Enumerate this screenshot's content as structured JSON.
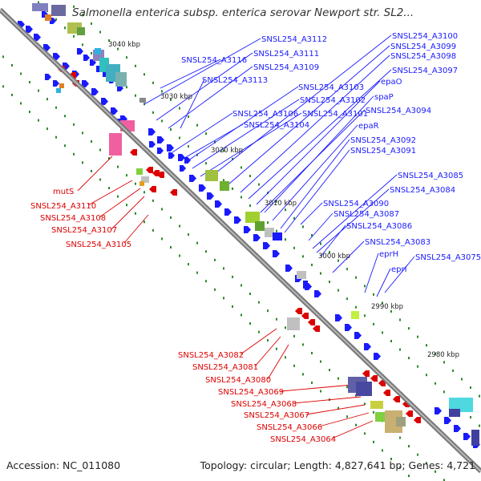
{
  "header": {
    "title": "Salmonella enterica subsp. enterica serovar Newport str. SL2..."
  },
  "footer": {
    "accession": "Accession: NC_011080",
    "topology": "Topology: circular; Length: 4,827,641 bp; Genes: 4,721"
  },
  "colors": {
    "forward": "#1a1aff",
    "reverse": "#dd0000",
    "backbone": "#888888",
    "ticks": "#2a8a2a"
  },
  "scale_labels": [
    "3040 kbp",
    "3030 kbp",
    "3020 kbp",
    "3010 kbp",
    "3000 kbp",
    "2990 kbp",
    "2980 kbp"
  ],
  "forward_genes": [
    "SNSL254_A3112",
    "SNSL254_A3111",
    "SNSL254_A3116",
    "SNSL254_A3109",
    "SNSL254_A3113",
    "SNSL254_A3100",
    "SNSL254_A3099",
    "SNSL254_A3098",
    "SNSL254_A3097",
    "epaO",
    "SNSL254_A3103",
    "SNSL254_A3102",
    "spaP",
    "SNSL254_A3101",
    "SNSL254_A3094",
    "SNSL254_A3106",
    "SNSL254_A3104",
    "epaR",
    "SNSL254_A3092",
    "SNSL254_A3091",
    "SNSL254_A3085",
    "SNSL254_A3084",
    "SNSL254_A3090",
    "SNSL254_A3087",
    "SNSL254_A3086",
    "SNSL254_A3083",
    "eprH",
    "SNSL254_A3075",
    "eprI"
  ],
  "reverse_genes": [
    "mutS",
    "SNSL254_A3110",
    "SNSL254_A3108",
    "SNSL254_A3107",
    "SNSL254_A3105",
    "SNSL254_A3082",
    "SNSL254_A3081",
    "SNSL254_A3080",
    "SNSL254_A3069",
    "SNSL254_A3068",
    "SNSL254_A3067",
    "SNSL254_A3066",
    "SNSL254_A3064"
  ]
}
